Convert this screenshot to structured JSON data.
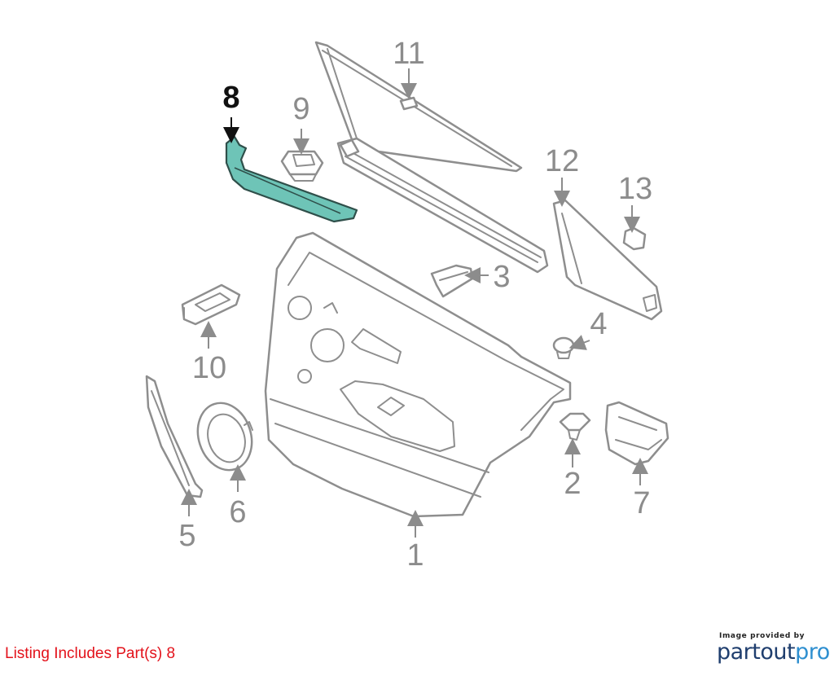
{
  "diagram": {
    "highlight_color": "#6ec4b7",
    "callouts": [
      {
        "id": "1",
        "label": "1"
      },
      {
        "id": "2",
        "label": "2"
      },
      {
        "id": "3",
        "label": "3"
      },
      {
        "id": "4",
        "label": "4"
      },
      {
        "id": "5",
        "label": "5"
      },
      {
        "id": "6",
        "label": "6"
      },
      {
        "id": "7",
        "label": "7"
      },
      {
        "id": "8",
        "label": "8",
        "highlighted": true
      },
      {
        "id": "9",
        "label": "9"
      },
      {
        "id": "10",
        "label": "10"
      },
      {
        "id": "11",
        "label": "11"
      },
      {
        "id": "12",
        "label": "12"
      },
      {
        "id": "13",
        "label": "13"
      }
    ]
  },
  "listing": {
    "note": "Listing Includes Part(s) 8",
    "note_color": "#e3121b"
  },
  "branding": {
    "provided_by": "Image provided by",
    "name_part1": "partout",
    "name_part2": "pro"
  }
}
